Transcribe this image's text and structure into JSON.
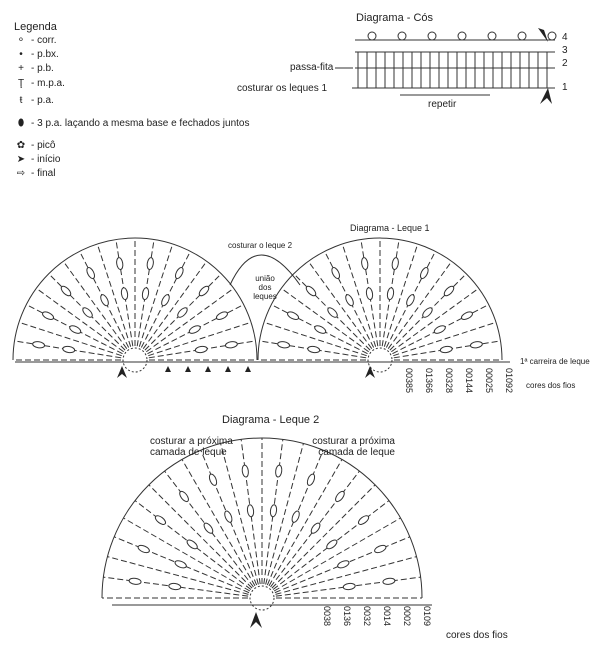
{
  "legend": {
    "title": "Legenda",
    "items": [
      {
        "icon": "chain-stitch-icon",
        "glyph": "⚬",
        "label": "- corr."
      },
      {
        "icon": "slip-stitch-icon",
        "glyph": "•",
        "label": "- p.bx."
      },
      {
        "icon": "single-crochet-icon",
        "glyph": "+",
        "label": "- p.b."
      },
      {
        "icon": "half-double-crochet-icon",
        "glyph": "Ţ",
        "label": "- m.p.a."
      },
      {
        "icon": "double-crochet-icon",
        "glyph": "ŧ",
        "label": "- p.a."
      },
      {
        "icon": "cluster-icon",
        "glyph": "⬮",
        "label": "- 3 p.a. laçando a mesma base e fechados juntos"
      },
      {
        "icon": "picot-icon",
        "glyph": "✿",
        "label": "- picô"
      },
      {
        "icon": "start-arrow-icon",
        "glyph": "➤",
        "label": "- início"
      },
      {
        "icon": "end-arrow-icon",
        "glyph": "⇨",
        "label": "- final"
      }
    ]
  },
  "cos": {
    "title": "Diagrama - Cós",
    "passa_fita": "passa-fita",
    "costurar": "costurar os leques 1",
    "repetir": "repetir",
    "rows": [
      "4",
      "3",
      "2",
      "1"
    ]
  },
  "leque1": {
    "title": "Diagrama - Leque 1",
    "costurar": "costurar o leque 2",
    "uniao": "união dos leques",
    "first_row": "1ª carreira de leque",
    "colors_label": "cores dos fios",
    "codes": [
      "00385",
      "01366",
      "00328",
      "00144",
      "00025",
      "01092"
    ]
  },
  "leque2": {
    "title": "Diagrama - Leque 2",
    "left_note": "costurar a próxima camada de leque",
    "right_note": "costurar a próxima camada de leque",
    "colors_label": "cores dos fios",
    "codes": [
      "0038",
      "0136",
      "0032",
      "0014",
      "0002",
      "0109"
    ]
  }
}
